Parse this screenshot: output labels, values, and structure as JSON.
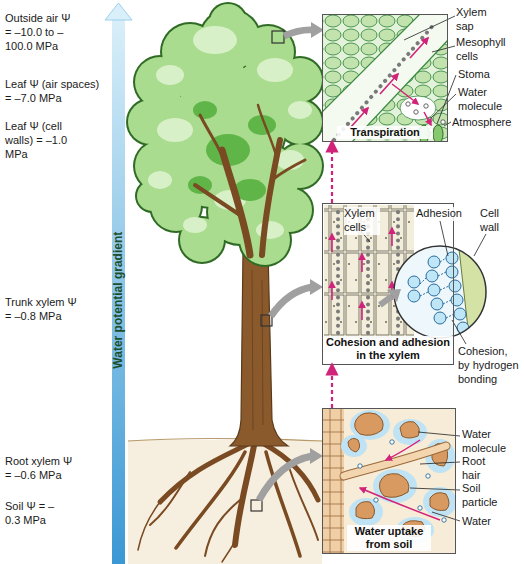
{
  "diagram": {
    "nodes": [
      {
        "text": [
          "Transpiration"
        ]
      },
      {
        "text": [
          "Cohesion and adhesion in the xylem"
        ]
      },
      {
        "text": [
          "Water uptake from soil"
        ]
      }
    ],
    "edges": [
      {
        "from": 2,
        "to": 1,
        "arrow": "to"
      },
      {
        "from": 1,
        "to": 0,
        "arrow": "to"
      }
    ],
    "labels": [
      "Outside air Ψ = –10.0 to –100.0 MPa",
      "Leaf Ψ (air spaces) = –7.0 MPa",
      "Leaf Ψ (cell walls) = –1.0 MPa",
      "Trunk xylem Ψ = –0.8 MPa",
      "Root xylem Ψ = –0.6 MPa",
      "Soil Ψ = –0.3 MPa",
      "Water potential gradient",
      "Xylem sap",
      "Mesophyll cells",
      "Stoma",
      "Water molecule",
      "Atmosphere",
      "Xylem cells",
      "Adhesion",
      "Cell wall",
      "Cohesion, by hydrogen bonding",
      "Water molecule",
      "Root hair",
      "Soil particle",
      "Water"
    ]
  }
}
